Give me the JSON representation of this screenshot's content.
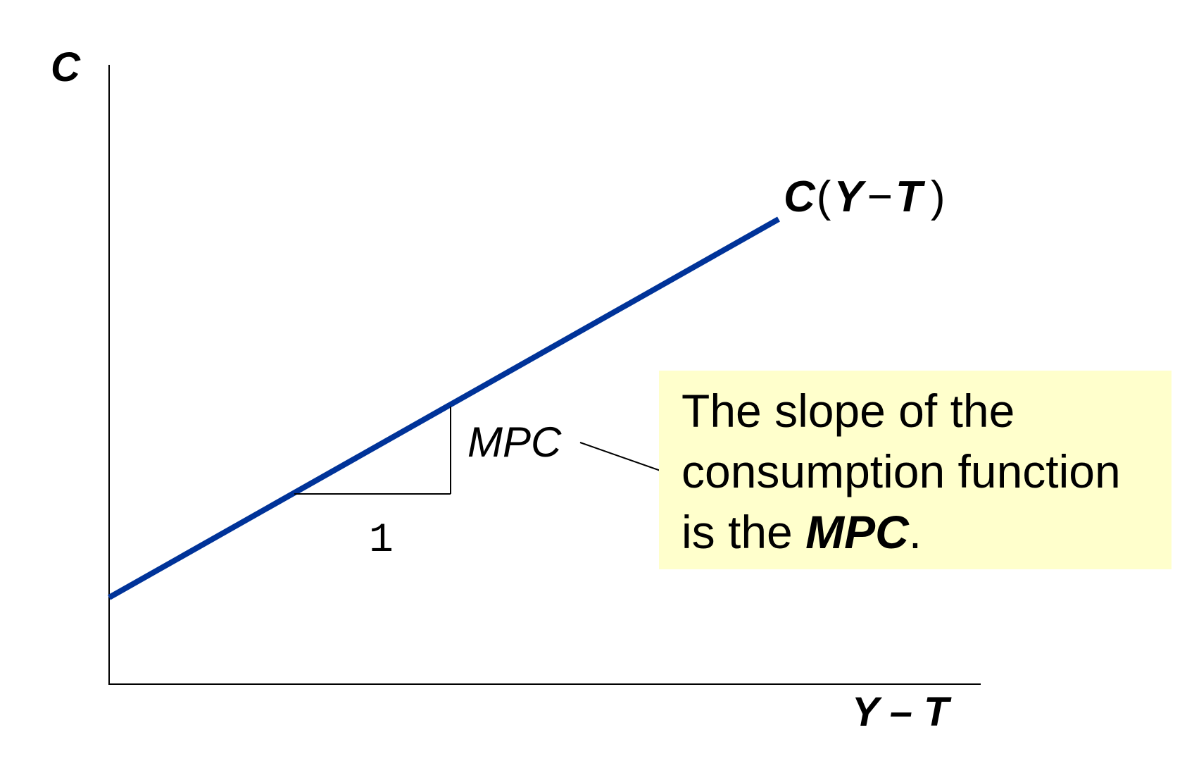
{
  "diagram": {
    "y_axis_label": "C",
    "x_axis_label": "Y – T",
    "curve_label": {
      "fn": "C",
      "open": "(",
      "var1": "Y",
      "minus": "−",
      "var2": "T",
      "close": ")"
    },
    "slope_rise_label": "MPC",
    "slope_run_label": "1",
    "colors": {
      "curve": "#003399",
      "axis": "#000000",
      "note_background": "#ffffcc"
    }
  },
  "note": {
    "line1": "The slope of the",
    "line2": "consumption function",
    "line3_prefix": "is the ",
    "line3_strong": "MPC",
    "line3_suffix": "."
  }
}
